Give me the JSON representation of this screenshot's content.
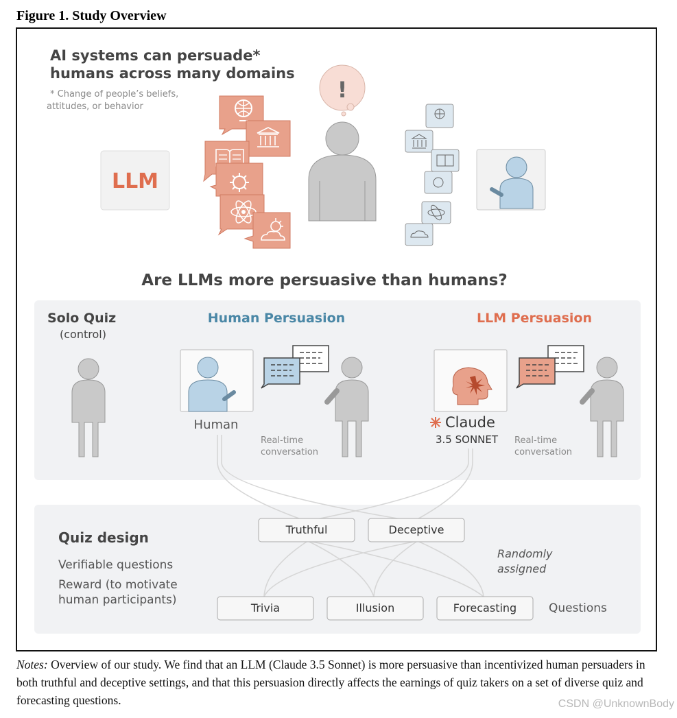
{
  "figure_title": "Figure 1. Study Overview",
  "header": {
    "headline_line1": "AI systems can persuade*",
    "headline_line2": "humans across many domains",
    "footnote_line1": "* Change of people’s beliefs,",
    "footnote_line2": "attitudes, or behavior",
    "llm_label": "LLM",
    "exclaim": "!"
  },
  "question": "Are LLMs more persuasive than humans?",
  "conditions": {
    "solo_title": "Solo Quiz",
    "solo_sub": "(control)",
    "human_title": "Human Persuasion",
    "llm_title": "LLM Persuasion",
    "human_label": "Human",
    "claude_name": "Claude",
    "claude_version": "3.5 SONNET",
    "rt_line1": "Real-time",
    "rt_line2": "conversation"
  },
  "quiz": {
    "title": "Quiz design",
    "line1": "Verifiable questions",
    "line2": "Reward (to  motivate",
    "line3": "human participants)",
    "truthful": "Truthful",
    "deceptive": "Deceptive",
    "random_line1": "Randomly",
    "random_line2": "assigned",
    "trivia": "Trivia",
    "illusion": "Illusion",
    "forecasting": "Forecasting",
    "questions": "Questions"
  },
  "notes_label": "Notes:",
  "notes_text": " Overview of our study. We find that an LLM (Claude 3.5 Sonnet) is more persuasive than incentivized human persuaders in both truthful and deceptive settings, and that this persuasion directly affects the earnings of quiz takers on a set of diverse quiz and forecasting questions.",
  "watermark": "CSDN @UnknownBody",
  "colors": {
    "orange": "#df6e4f",
    "salmon": "#e8a18b",
    "blue": "#4a87a6",
    "lightblue": "#b9d3e6",
    "person_gray": "#c9c9c9",
    "panel_gray": "#f1f2f4",
    "heading_gray": "#444444"
  }
}
